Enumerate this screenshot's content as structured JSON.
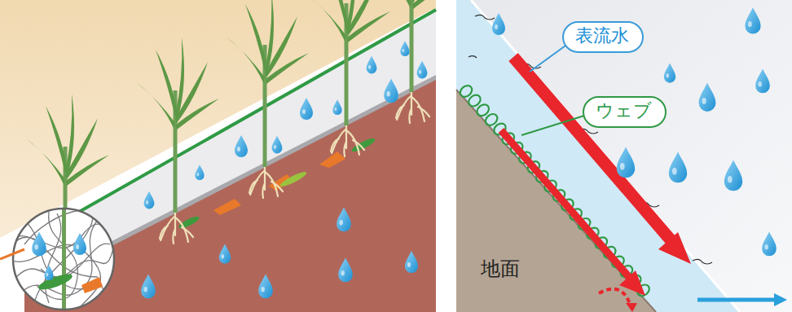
{
  "diagram": {
    "nodes": [
      {
        "text": [
          "表流水"
        ]
      },
      {
        "text": [
          "ウェブ"
        ]
      }
    ],
    "labels": [
      "地面"
    ]
  }
}
